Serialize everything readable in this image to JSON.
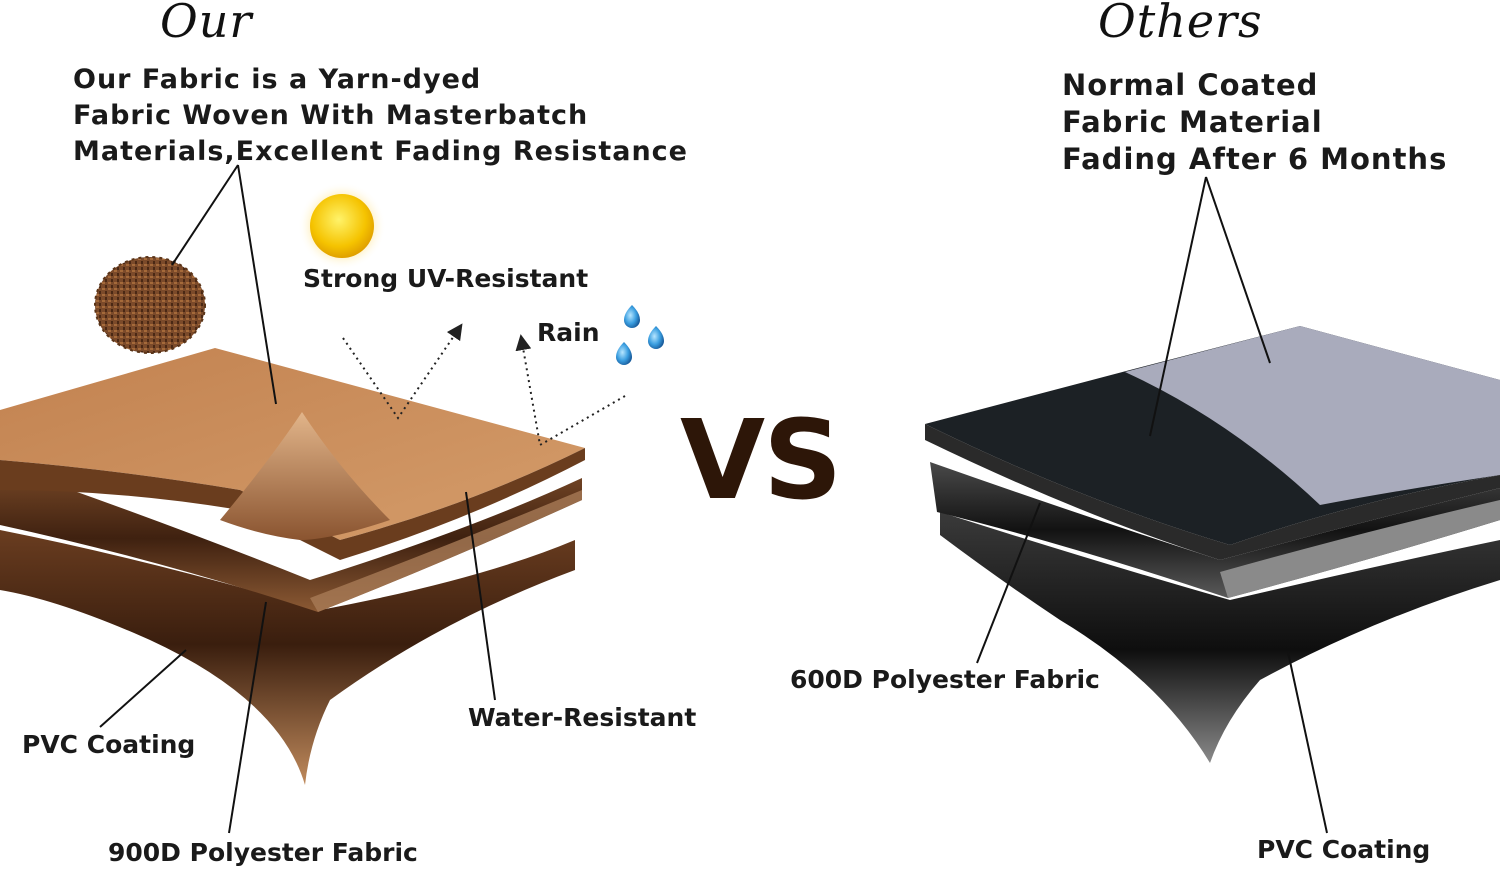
{
  "left": {
    "heading": "Our",
    "description": "Our Fabric is a Yarn-dyed\nFabric Woven With Masterbatch\nMaterials,Excellent Fading Resistance",
    "uv_label": "Strong UV-Resistant",
    "rain_label": "Rain",
    "water_label": "Water-Resistant",
    "coating_label": "PVC Coating",
    "fabric_label": "900D Polyester Fabric"
  },
  "center": {
    "vs": "VS"
  },
  "right": {
    "heading": "Others",
    "description": "Normal Coated\nFabric Material\nFading After 6 Months",
    "fabric_label": "600D Polyester Fabric",
    "coating_label": "PVC Coating"
  },
  "colors": {
    "tan_top": "#c98e5b",
    "tan_mid": "#b97e4c",
    "brown_dark": "#4a2a16",
    "brown_vs": "#2d1608",
    "black_layer": "#1c2125",
    "gray_faded": "#a9abbc",
    "gray_mid": "#6a6a6a",
    "sun": "#f5c300",
    "rain": "#2d8fd6"
  },
  "icons": [
    "sun-icon",
    "raindrop-icon",
    "pellets-icon"
  ]
}
